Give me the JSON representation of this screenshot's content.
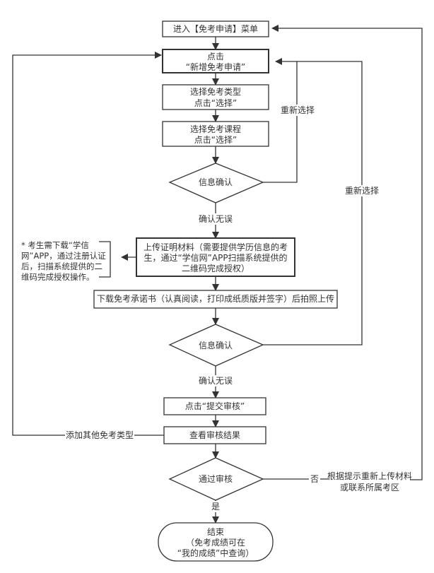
{
  "diagram": {
    "type": "flowchart",
    "nodes": {
      "enter_menu": {
        "lines": [
          "进入【免考申请】菜单"
        ]
      },
      "click_new": {
        "lines": [
          "点击",
          "“新增免考申请”"
        ]
      },
      "select_type": {
        "lines": [
          "选择免考类型",
          "点击“选择”"
        ]
      },
      "select_course": {
        "lines": [
          "选择免考课程",
          "点击“选择”"
        ]
      },
      "confirm_info_1": {
        "lines": [
          "信息确认"
        ]
      },
      "upload_proof": {
        "lines": [
          "上传证明材料（需要提供学历信息的考",
          "生，通过“学信网”APP扫描系统提供的",
          "二维码完成授权）"
        ]
      },
      "note_xuexin": {
        "lines": [
          "* 考生需下载“学信",
          "网”APP，通过注册认证",
          "后，扫描系统提供的二",
          "维码完成授权操作。"
        ]
      },
      "download_pledge": {
        "lines": [
          "下载免考承诺书（认真阅读，打印成纸质版并签字）后拍照上传"
        ]
      },
      "confirm_info_2": {
        "lines": [
          "信息确认"
        ]
      },
      "submit_review": {
        "lines": [
          "点击“提交审核”"
        ]
      },
      "view_result": {
        "lines": [
          "查看审核结果"
        ]
      },
      "pass_review": {
        "lines": [
          "通过审核"
        ]
      },
      "end": {
        "lines": [
          "结束",
          "（免考成绩可在",
          "“我的成绩”中查询）"
        ]
      }
    },
    "edge_labels": {
      "reselect_1": "重新选择",
      "reselect_2": "重新选择",
      "confirmed_1": "确认无误",
      "confirmed_2": "确认无误",
      "add_other_type": "添加其他免考类型",
      "no": "否",
      "yes": "是",
      "reupload": [
        "根据提示重新上传材料",
        "或联系所属考区"
      ]
    },
    "colors": {
      "stroke": "#333333",
      "text": "#333333",
      "background": "#ffffff"
    }
  }
}
